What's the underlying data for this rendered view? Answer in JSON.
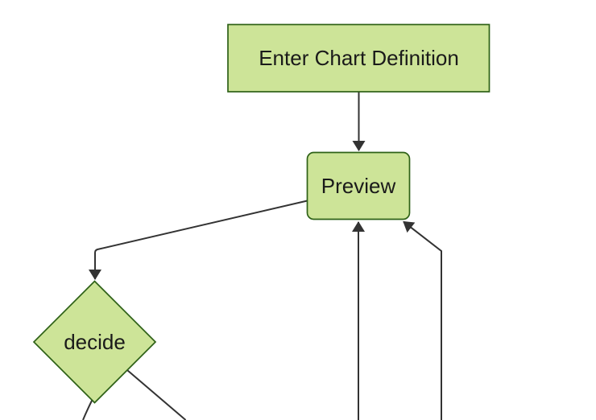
{
  "diagram": {
    "type": "flowchart",
    "orientation": "top-down",
    "nodes": [
      {
        "id": "enter-chart-definition",
        "label": "Enter Chart Definition",
        "shape": "rectangle"
      },
      {
        "id": "preview",
        "label": "Preview",
        "shape": "rounded-rectangle"
      },
      {
        "id": "decide",
        "label": "decide",
        "shape": "diamond"
      }
    ],
    "edges": [
      {
        "from": "enter-chart-definition",
        "to": "preview",
        "arrowhead": true
      },
      {
        "from": "preview",
        "to": "decide",
        "arrowhead": true
      },
      {
        "from": "offscreen-bottom",
        "to": "preview",
        "arrowhead": true
      },
      {
        "from": "offscreen-bottom-right",
        "to": "preview",
        "arrowhead": true
      },
      {
        "from": "decide",
        "to": "offscreen-bottom-left",
        "arrowhead": false
      },
      {
        "from": "decide",
        "to": "offscreen-bottom-right",
        "arrowhead": false
      }
    ],
    "colors": {
      "node_fill": "#cde498",
      "node_border": "#2e6117",
      "edge_line": "#333333",
      "text_color": "#1a1a1a",
      "background": "#ffffff"
    }
  }
}
